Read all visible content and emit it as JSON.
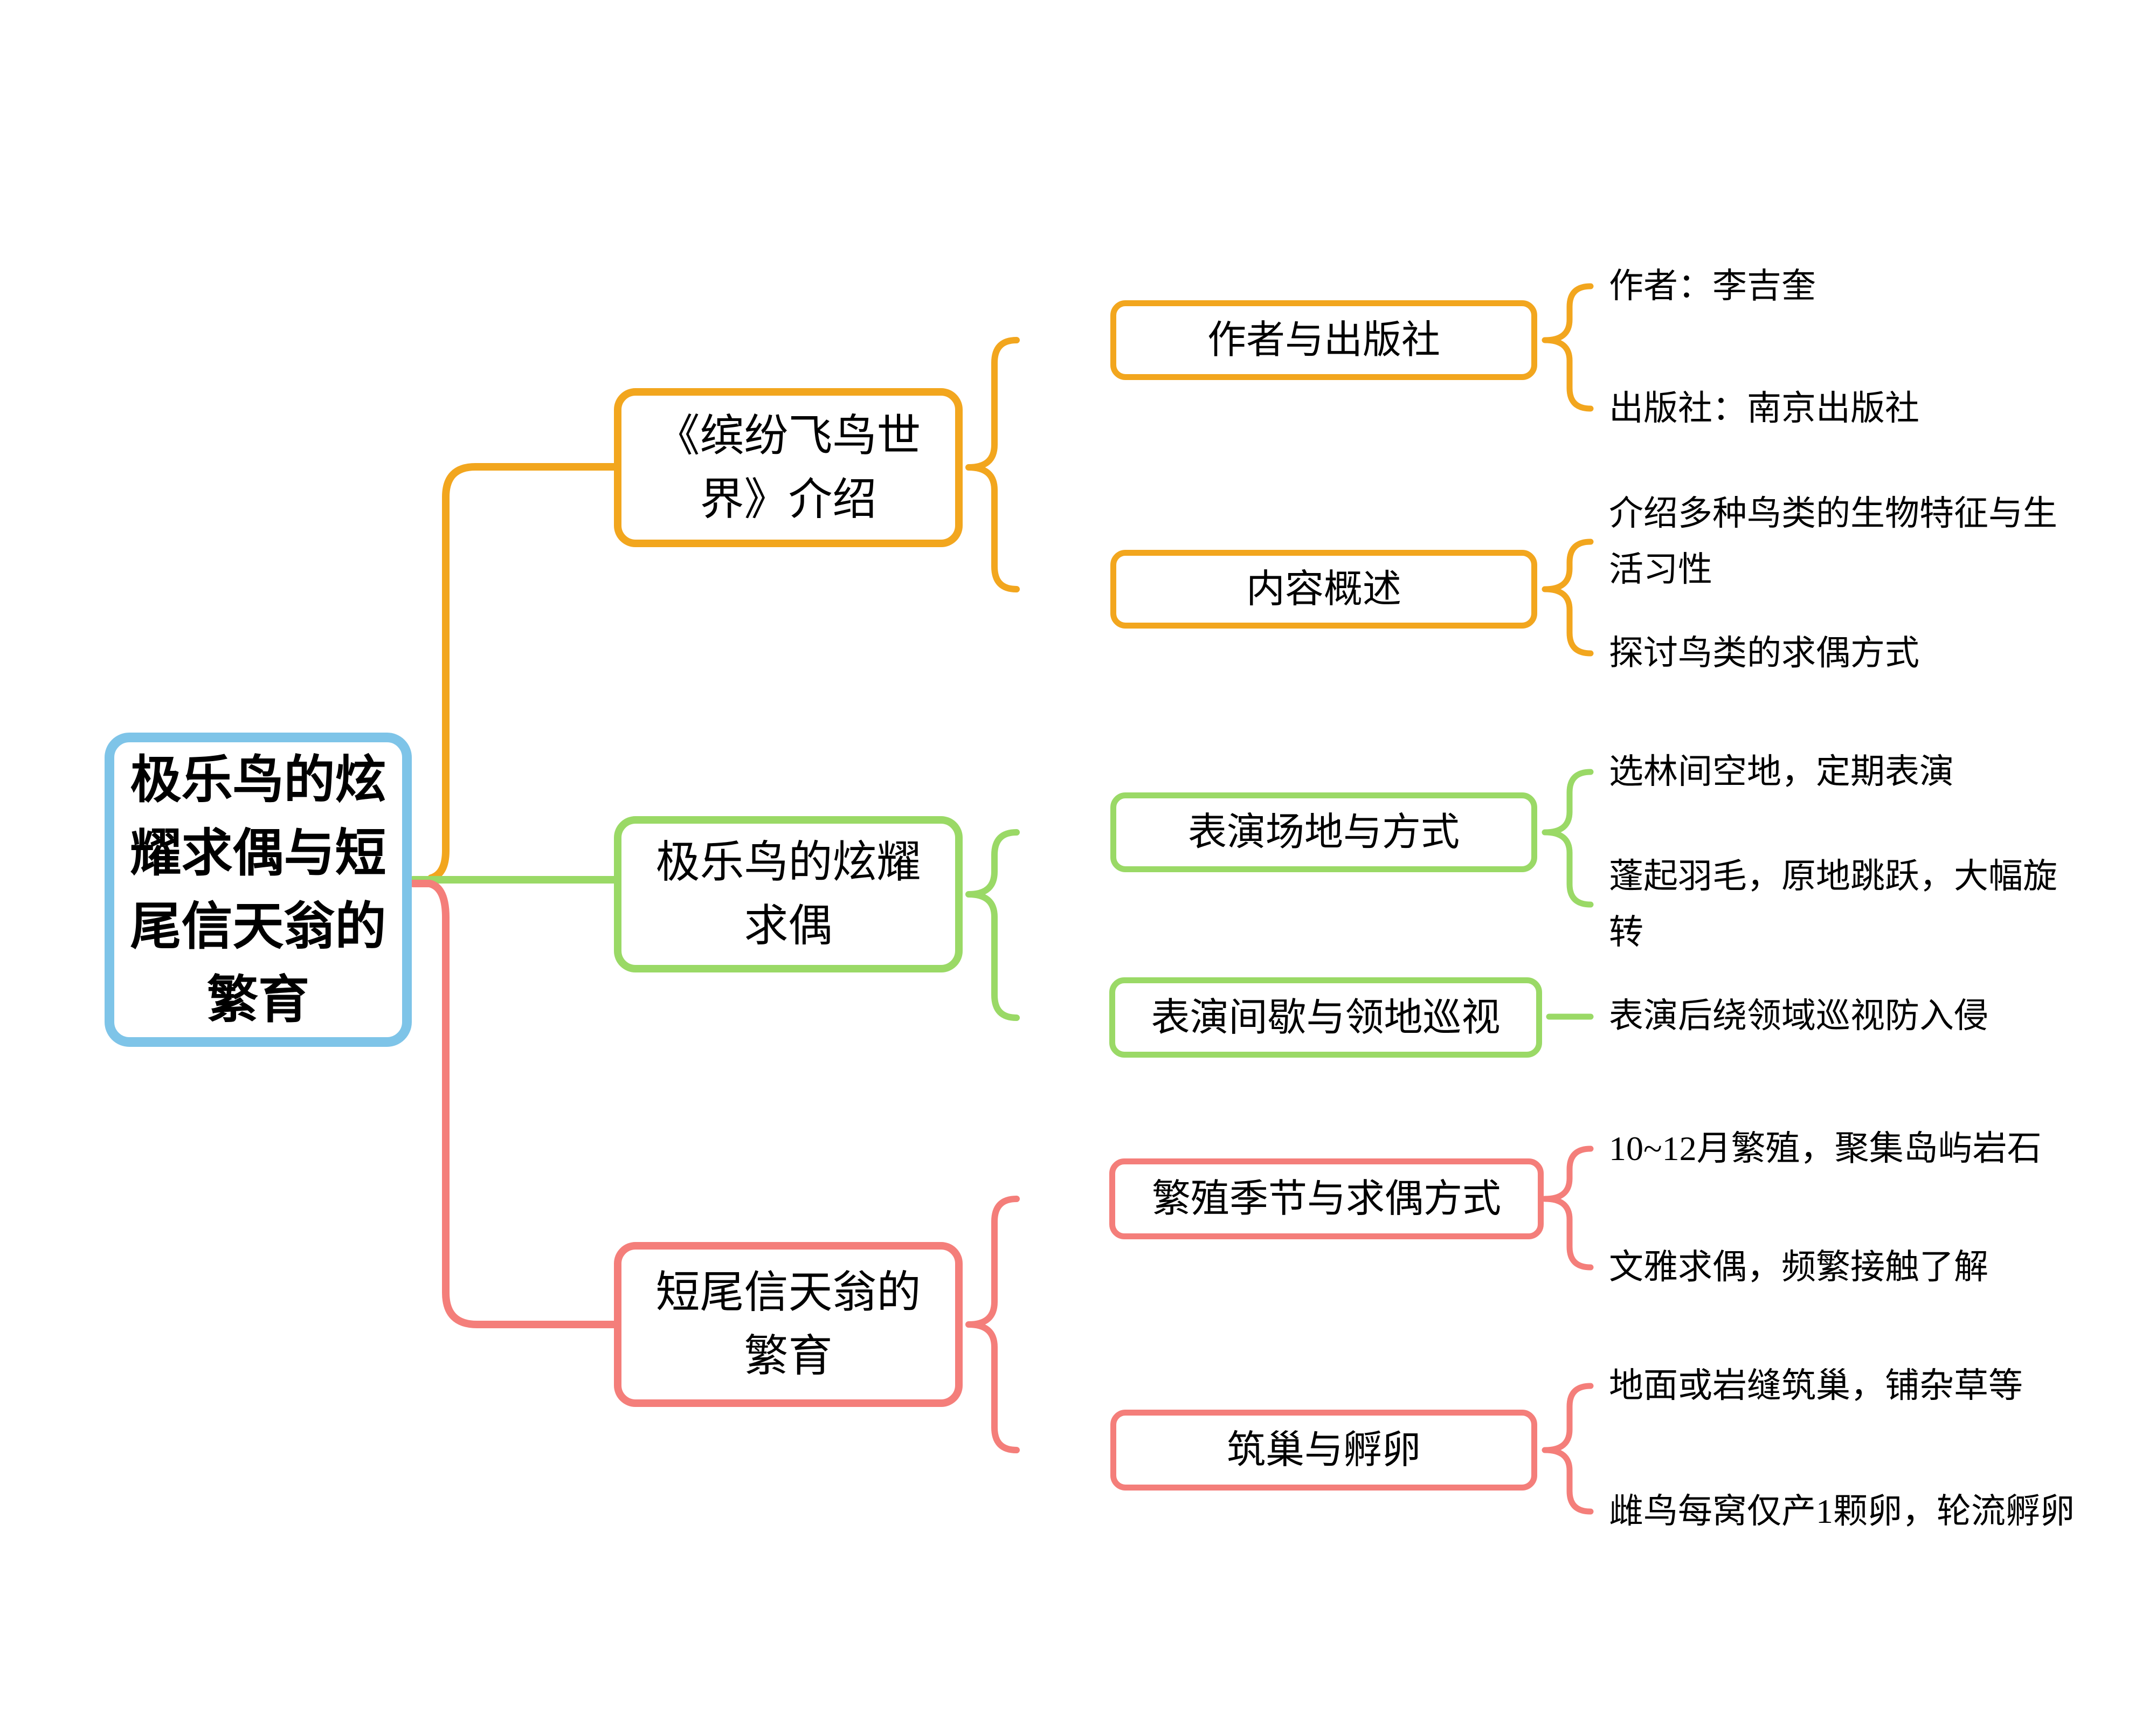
{
  "root": {
    "label": "极乐鸟的炫耀求偶与短尾信天翁的繁育"
  },
  "branches": [
    {
      "label": "《缤纷飞鸟世界》介绍",
      "children": [
        {
          "label": "作者与出版社",
          "leaves": [
            "作者：李吉奎",
            "出版社：南京出版社"
          ]
        },
        {
          "label": "内容概述",
          "leaves": [
            "介绍多种鸟类的生物特征与生活习性",
            "探讨鸟类的求偶方式"
          ]
        }
      ]
    },
    {
      "label": "极乐鸟的炫耀求偶",
      "children": [
        {
          "label": "表演场地与方式",
          "leaves": [
            "选林间空地，定期表演",
            "蓬起羽毛，原地跳跃，大幅旋转"
          ]
        },
        {
          "label": "表演间歇与领地巡视",
          "leaves": [
            "表演后绕领域巡视防入侵"
          ]
        }
      ]
    },
    {
      "label": "短尾信天翁的繁育",
      "children": [
        {
          "label": "繁殖季节与求偶方式",
          "leaves": [
            "10~12月繁殖，聚集岛屿岩石",
            "文雅求偶，频繁接触了解"
          ]
        },
        {
          "label": "筑巢与孵卵",
          "leaves": [
            "地面或岩缝筑巢，铺杂草等",
            "雌鸟每窝仅产1颗卵，轮流孵卵"
          ]
        }
      ]
    }
  ],
  "colors": {
    "background": "#FFFFFF",
    "text": "#000000",
    "root": "#7EC4E8",
    "branch1": "#F2A61E",
    "branch2": "#9AD966",
    "branch3": "#F47E7A"
  }
}
